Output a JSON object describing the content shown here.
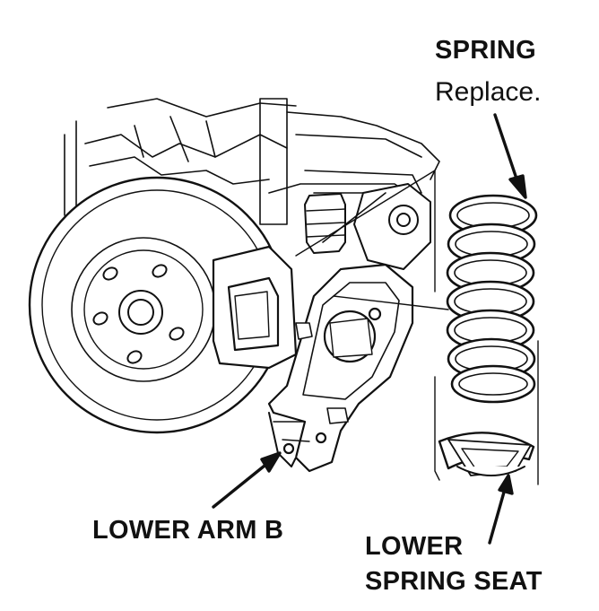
{
  "callouts": {
    "spring": {
      "title": "SPRING",
      "note": "Replace."
    },
    "lower_arm_b": {
      "title": "LOWER ARM B"
    },
    "lower_spring_seat": {
      "line1": "LOWER",
      "line2": "SPRING SEAT"
    }
  },
  "colors": {
    "ink": "#111111",
    "paper": "#ffffff",
    "shade": "#c8c8c8"
  }
}
